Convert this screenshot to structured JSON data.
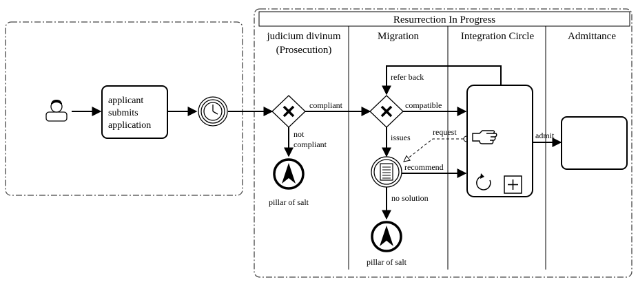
{
  "pool": {
    "title": "Resurrection In Progress"
  },
  "lanes": [
    {
      "title_line1": "judicium divinum",
      "title_line2": "(Prosecution)"
    },
    {
      "title_line1": "Migration"
    },
    {
      "title_line1": "Integration Circle"
    },
    {
      "title_line1": "Admittance"
    }
  ],
  "tasks": {
    "submit": {
      "line1": "applicant",
      "line2": "submits",
      "line3": "application"
    }
  },
  "flows": {
    "compliant": "compliant",
    "not_compliant_1": "not",
    "not_compliant_2": "compliant",
    "compatible": "compatible",
    "issues": "issues",
    "refer_back": "refer back",
    "request": "request",
    "recommend": "recommend",
    "no_solution": "no solution",
    "admit": "admit"
  },
  "end_events": {
    "prosecution": "pillar of salt",
    "migration": "pillar of salt"
  }
}
